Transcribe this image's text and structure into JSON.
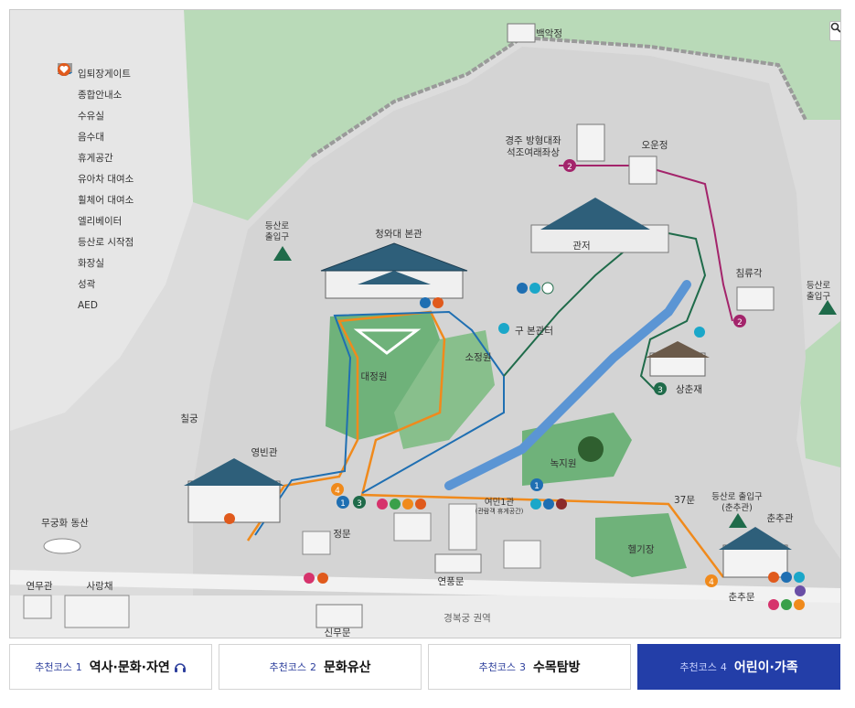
{
  "legend": [
    {
      "icon": "gate-bar-icon",
      "label": "입퇴장게이트"
    },
    {
      "icon": "info-icon",
      "label": "종합안내소"
    },
    {
      "icon": "nursing-room-icon",
      "label": "수유실"
    },
    {
      "icon": "water-fountain-icon",
      "label": "음수대"
    },
    {
      "icon": "rest-area-icon",
      "label": "휴게공간"
    },
    {
      "icon": "stroller-icon",
      "label": "유아차 대여소"
    },
    {
      "icon": "wheelchair-icon",
      "label": "휠체어 대여소"
    },
    {
      "icon": "elevator-icon",
      "label": "엘리베이터"
    },
    {
      "icon": "trailhead-icon",
      "label": "등산로 시작점"
    },
    {
      "icon": "restroom-icon",
      "label": "화장실"
    },
    {
      "icon": "fortress-wall-icon",
      "label": "성곽"
    },
    {
      "icon": "aed-icon",
      "label": "AED"
    }
  ],
  "places": {
    "baegakjeong": "백악정",
    "gyeongju_buddha_1": "경주 방형대좌",
    "gyeongju_buddha_2": "석조여래좌상",
    "oounjeong": "오운정",
    "gwanjeo": "관저",
    "cheongwadae": "청와대 본관",
    "hiking_west_1": "등산로",
    "hiking_west_2": "출입구",
    "hiking_east_1": "등산로",
    "hiking_east_2": "출입구",
    "chimnyugak": "침류각",
    "old_main": "구 본관터",
    "sojeongwon": "소정원",
    "daejeongwon": "대정원",
    "sangchunjae": "상춘재",
    "nokjiwon": "녹지원",
    "chilgung": "칠궁",
    "yeongbingwan": "영빈관",
    "mugunghwa": "무궁화 동산",
    "yeonmugwan": "연무관",
    "sarangchae": "사랑채",
    "jeongmun": "정문",
    "yeomingwan_1": "여민1관",
    "yeomingwan_2": "(관람객 휴게공간)",
    "gate37": "37문",
    "hiking_chunchu_1": "등산로 출입구",
    "hiking_chunchu_2": "(춘추관)",
    "chunchugwan": "춘추관",
    "heliport": "헬기장",
    "yeonpungmun": "연풍문",
    "chunchumun": "춘추문",
    "sinmumun": "신무문",
    "gyeongbokgung": "경복궁 권역"
  },
  "course_markers": [
    "1",
    "2",
    "3",
    "4"
  ],
  "tabs": [
    {
      "prefix": "추천코스",
      "number": "1",
      "name": "역사·문화·자연",
      "has_audio": true,
      "active": false
    },
    {
      "prefix": "추천코스",
      "number": "2",
      "name": "문화유산",
      "has_audio": false,
      "active": false
    },
    {
      "prefix": "추천코스",
      "number": "3",
      "name": "수목탐방",
      "has_audio": false,
      "active": false
    },
    {
      "prefix": "추천코스",
      "number": "4",
      "name": "어린이·가족",
      "has_audio": false,
      "active": true
    }
  ],
  "colors": {
    "course1": "#1f6fb2",
    "course2": "#a3246b",
    "course3": "#1f6b4a",
    "course4": "#f08a1c",
    "active_tab": "#233ea8",
    "grass": "#6fb27a",
    "green_area": "#c3dfc3"
  }
}
